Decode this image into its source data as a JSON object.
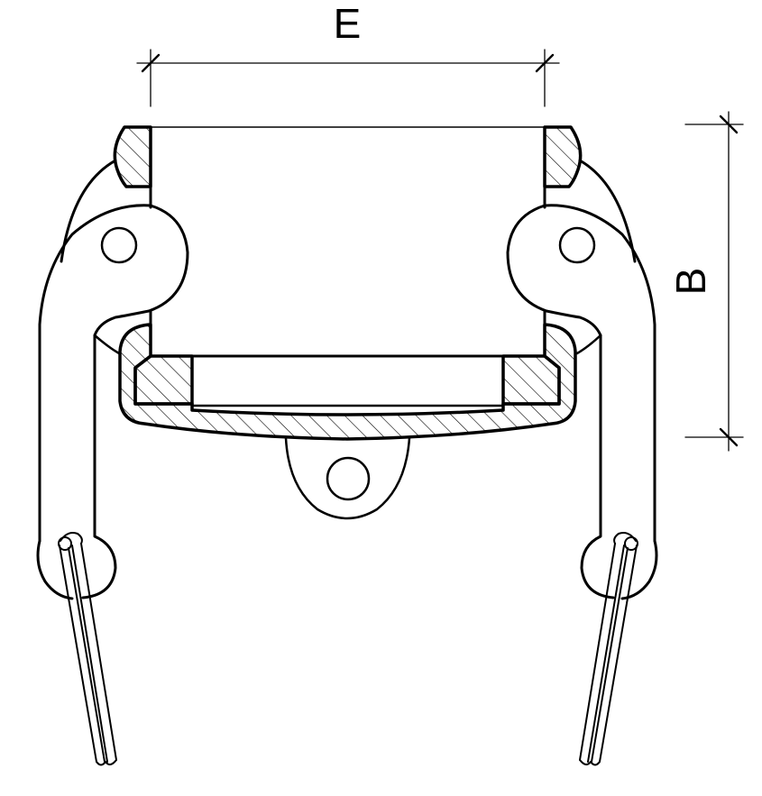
{
  "diagram": {
    "subject": "Camlock coupling, female coupler with lever arms (cross-section)",
    "dimensions": {
      "E": {
        "label": "E",
        "orientation": "horizontal",
        "description": "inner bore width"
      },
      "B": {
        "label": "B",
        "orientation": "vertical",
        "description": "body height"
      }
    },
    "colors": {
      "stroke": "#000000",
      "background": "#ffffff",
      "hatch": "#000000"
    }
  }
}
